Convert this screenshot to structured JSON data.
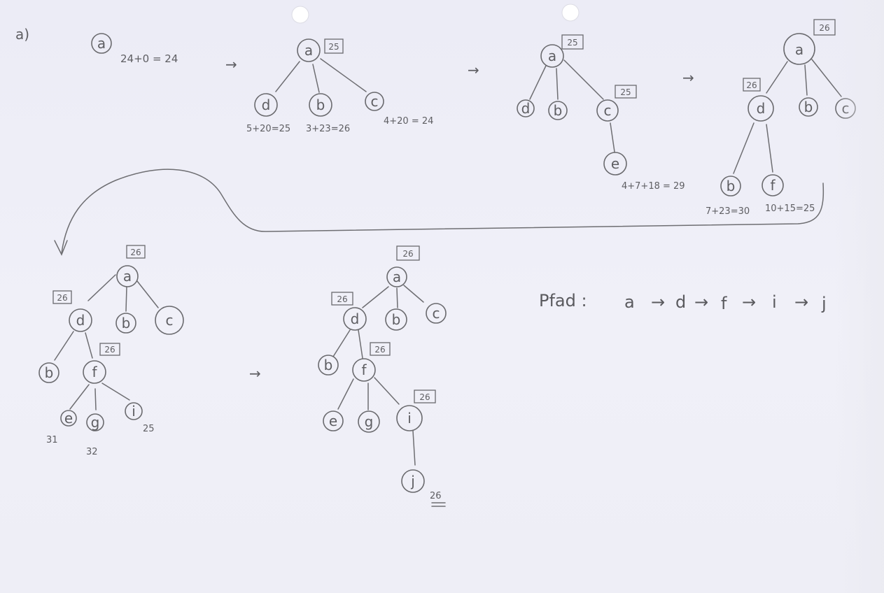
{
  "part_label": "a)",
  "arrow_glyph": "→",
  "start": {
    "node": "a",
    "formula": "24+0 = 24"
  },
  "step1": {
    "root": {
      "label": "a",
      "f": "25"
    },
    "children": [
      {
        "label": "d",
        "formula": "5+20=25"
      },
      {
        "label": "b",
        "formula": "3+23=26"
      },
      {
        "label": "c",
        "formula": "4+20 = 24"
      }
    ]
  },
  "step2": {
    "root": {
      "label": "a",
      "f": "25"
    },
    "children": [
      "d",
      "b",
      "c"
    ],
    "c_f": "25",
    "grandchild": {
      "label": "e",
      "formula": "4+7+18 = 29"
    }
  },
  "step3": {
    "root": {
      "label": "a",
      "f": "26"
    },
    "d_f": "26",
    "children": [
      "d",
      "b",
      "c"
    ],
    "d_children": [
      {
        "label": "b",
        "formula": "7+23=30"
      },
      {
        "label": "f",
        "formula": "10+15=25"
      }
    ]
  },
  "step4": {
    "root": {
      "label": "a",
      "f": "26"
    },
    "d_f": "26",
    "f_f": "26",
    "children": [
      "d",
      "b",
      "c"
    ],
    "d_children": [
      "b",
      "f"
    ],
    "f_children": [
      {
        "label": "e",
        "value": "31"
      },
      {
        "label": "g",
        "value": "32"
      },
      {
        "label": "i",
        "value": "25"
      }
    ]
  },
  "step5": {
    "root": {
      "label": "a",
      "f": "26"
    },
    "d_f": "26",
    "f_f": "26",
    "i_f": "26",
    "children": [
      "d",
      "b",
      "c"
    ],
    "d_children": [
      "b",
      "f"
    ],
    "f_children": [
      "e",
      "g",
      "i"
    ],
    "goal": {
      "label": "j",
      "value": "26"
    }
  },
  "path": {
    "label": "Pfad :",
    "nodes": [
      "a",
      "d",
      "f",
      "i",
      "j"
    ]
  }
}
